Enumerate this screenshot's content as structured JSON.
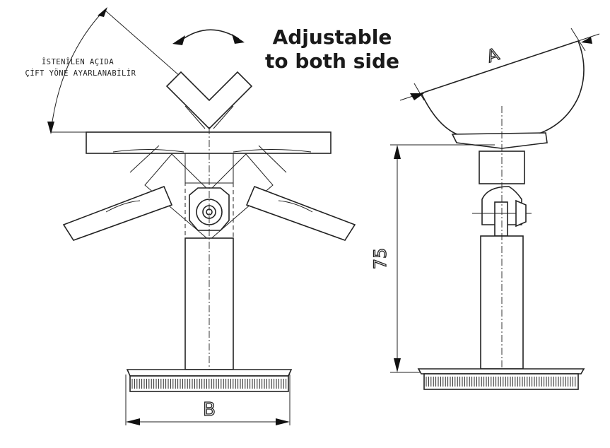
{
  "headline": {
    "line1": "Adjustable",
    "line2": "to both side"
  },
  "note": {
    "line1": "İSTENİLEN AÇIDA",
    "line2": "ÇİFT YÖNE AYARLANABİLİR"
  },
  "dimensions": {
    "base_width": "B",
    "head_width": "A",
    "height": "75"
  }
}
